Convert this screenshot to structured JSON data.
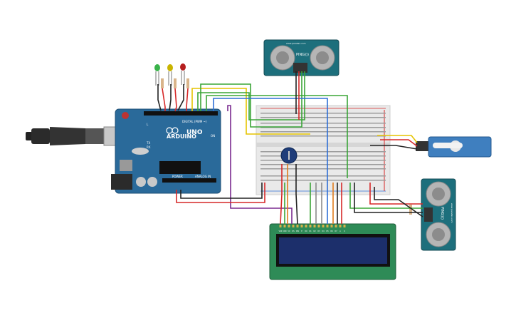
{
  "arduino": {
    "brand_label": "ARDUINO",
    "model_label": "UNO",
    "digital_label": "DIGITAL (PWM ~)",
    "power_label": "POWER",
    "analog_label": "ANALOG IN",
    "tx_label": "TX",
    "rx_label": "RX",
    "l_label": "L",
    "on_label": "ON"
  },
  "ping_sensor_top": {
    "name_label": "PING)))",
    "site_label": "www.parallax.com"
  },
  "ping_sensor_right": {
    "name_label": "PING)))",
    "site_label": "www.parallax.com"
  },
  "lcd": {
    "pin_labels": [
      "VSS",
      "VDD",
      "V0",
      "RS",
      "RW",
      "E",
      "D0",
      "D1",
      "D2",
      "D3",
      "D4",
      "D5",
      "D6",
      "D7",
      "A",
      "K"
    ]
  },
  "colors": {
    "board_blue": "#2a6a9a",
    "breadboard": "#e9e9e9",
    "lcd_green": "#2e8b57",
    "lcd_screen": "#1c2f6b",
    "sensor_teal": "#1d6f7c",
    "servo_blue": "#3f7fbf",
    "wire_red": "#d62828",
    "wire_black": "#222222",
    "wire_yellow": "#e5c400",
    "wire_green": "#3aa537",
    "wire_orange": "#e07b1b",
    "wire_purple": "#7a2a8f",
    "wire_blue": "#2f6fd6",
    "wire_gray": "#8a8a8a",
    "led_green": "#39b34a",
    "led_yellow": "#c9b400",
    "led_red": "#b51e1e"
  }
}
